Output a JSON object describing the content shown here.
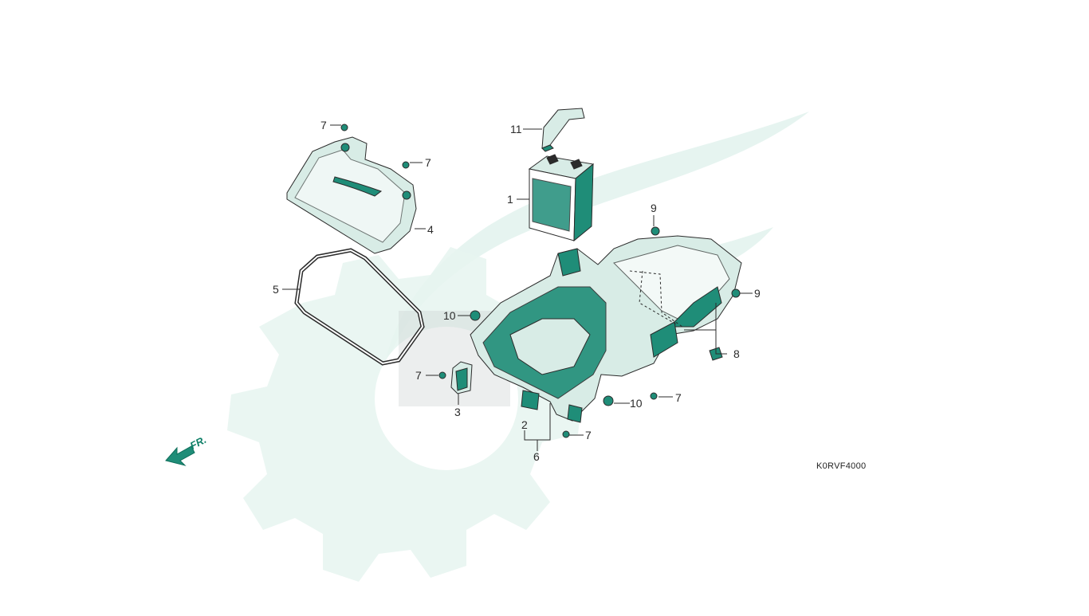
{
  "diagram": {
    "code": "K0RVF4000",
    "direction_marker": "FR.",
    "callouts": [
      {
        "key": "c1",
        "num": "1"
      },
      {
        "key": "c2",
        "num": "2"
      },
      {
        "key": "c3",
        "num": "3"
      },
      {
        "key": "c4",
        "num": "4"
      },
      {
        "key": "c5",
        "num": "5"
      },
      {
        "key": "c6",
        "num": "6"
      },
      {
        "key": "c7a",
        "num": "7"
      },
      {
        "key": "c7b",
        "num": "7"
      },
      {
        "key": "c7c",
        "num": "7"
      },
      {
        "key": "c7d",
        "num": "7"
      },
      {
        "key": "c7e",
        "num": "7"
      },
      {
        "key": "c8",
        "num": "8"
      },
      {
        "key": "c9a",
        "num": "9"
      },
      {
        "key": "c9b",
        "num": "9"
      },
      {
        "key": "c10a",
        "num": "10"
      },
      {
        "key": "c10b",
        "num": "10"
      },
      {
        "key": "c11",
        "num": "11"
      }
    ]
  },
  "colors": {
    "part_fill": "#1f8d78",
    "part_light": "#d8ece6",
    "line": "#2b2b2b",
    "watermark": "#e5f3ef"
  }
}
